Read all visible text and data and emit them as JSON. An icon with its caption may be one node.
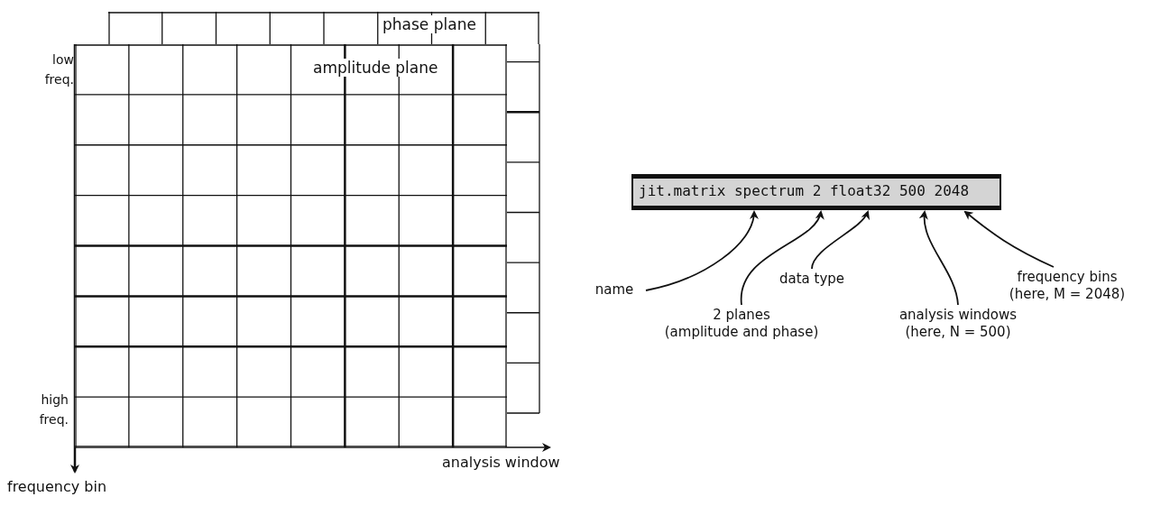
{
  "diagram": {
    "nodes": [
      {
        "text": [
          "phase plane"
        ]
      },
      {
        "text": [
          "amplitude plane"
        ]
      },
      {
        "text": [
          "jit.matrix spectrum 2 float32 500 2048"
        ]
      },
      {
        "text": [
          "name"
        ]
      },
      {
        "text": [
          "2 planes (amplitude and phase)"
        ]
      },
      {
        "text": [
          "data type"
        ]
      },
      {
        "text": [
          "analysis windows (here, N = 500)"
        ]
      },
      {
        "text": [
          "frequency bins (here, M = 2048)"
        ]
      }
    ],
    "edges": [
      {
        "from": 3,
        "to": 2,
        "arrow": "to"
      },
      {
        "from": 4,
        "to": 2,
        "arrow": "to"
      },
      {
        "from": 5,
        "to": 2,
        "arrow": "to"
      },
      {
        "from": 6,
        "to": 2,
        "arrow": "to"
      },
      {
        "from": 7,
        "to": 2,
        "arrow": "to"
      }
    ],
    "labels": [
      "low freq.",
      "high freq.",
      "analysis window",
      "frequency bin"
    ]
  }
}
